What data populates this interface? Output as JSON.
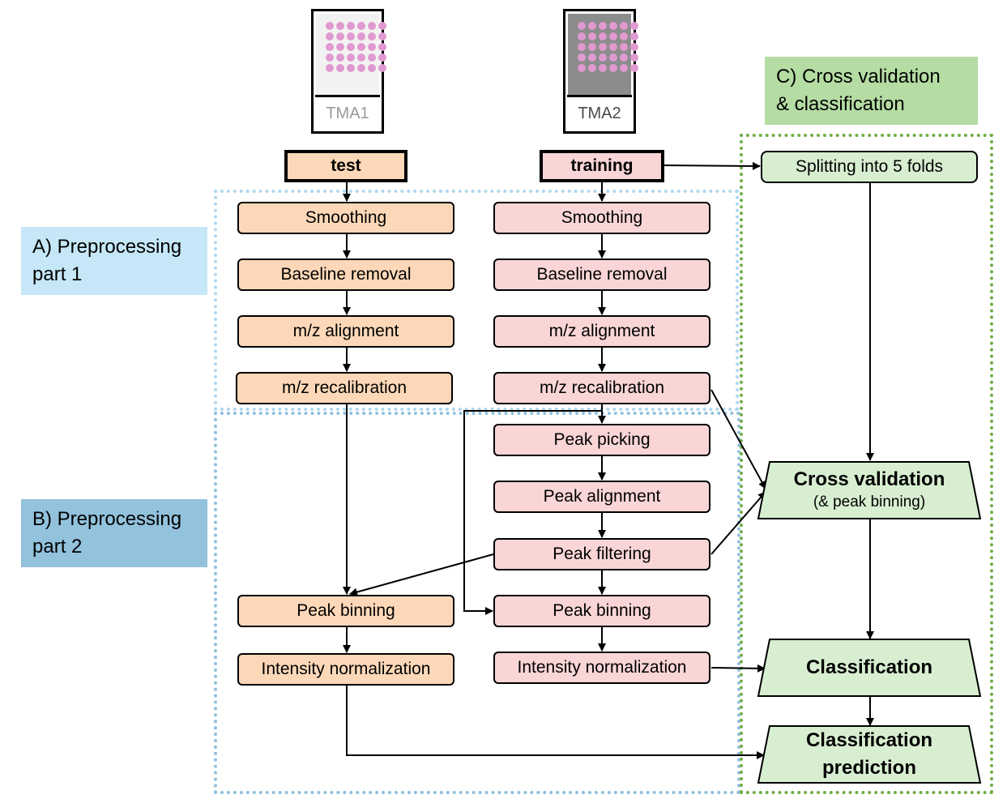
{
  "tma1": {
    "label": "TMA1"
  },
  "tma2": {
    "label": "TMA2"
  },
  "sections": {
    "a_line1": "A) Preprocessing",
    "a_line2": "part 1",
    "b_line1": "B) Preprocessing",
    "b_line2": "part 2",
    "c_line1": "C) Cross validation",
    "c_line2": "& classification"
  },
  "test": {
    "header": "test",
    "steps": [
      "Smoothing",
      "Baseline removal",
      "m/z alignment",
      "m/z recalibration",
      "Peak binning",
      "Intensity normalization"
    ]
  },
  "training": {
    "header": "training",
    "steps": [
      "Smoothing",
      "Baseline removal",
      "m/z alignment",
      "m/z recalibration",
      "Peak picking",
      "Peak alignment",
      "Peak filtering",
      "Peak binning",
      "Intensity normalization"
    ]
  },
  "validation": {
    "split": "Splitting into 5 folds",
    "cv_title": "Cross validation",
    "cv_sub": "(& peak binning)",
    "classification": "Classification",
    "prediction_line1": "Classification",
    "prediction_line2": "prediction"
  },
  "colors": {
    "test_fill": "#fcd8b8",
    "training_fill": "#f9d5d6",
    "validation_fill": "#d8eed1",
    "section_a": "#c5e7f7",
    "section_b": "#92c2dc",
    "section_c": "#b4dca3",
    "dot": "#e09ad0"
  }
}
